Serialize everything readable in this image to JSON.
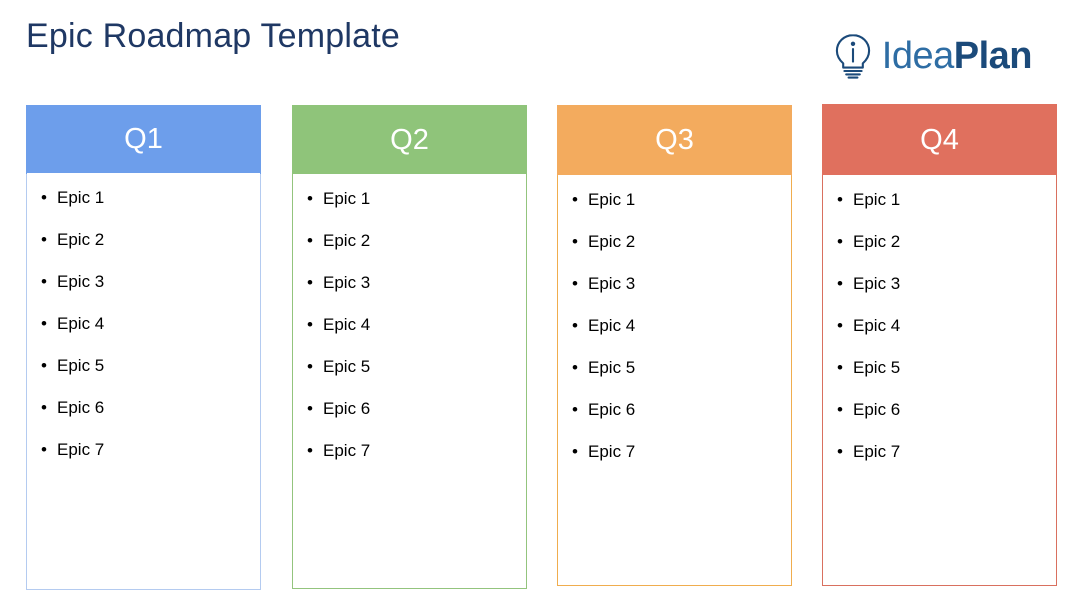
{
  "page": {
    "title": "Epic Roadmap Template",
    "background_color": "#ffffff",
    "title_color": "#1f3864"
  },
  "logo": {
    "icon_name": "lightbulb-idea-icon",
    "text_part1": "Idea",
    "text_part2": "Plan",
    "color_part1": "#2e6da4",
    "color_part2": "#1b4a7a"
  },
  "columns": [
    {
      "id": "q1",
      "header": "Q1",
      "header_color": "#6d9eeb",
      "border_color": "#b4cbf0",
      "bullet": "•",
      "items": [
        "Epic 1",
        "Epic 2",
        "Epic 3",
        "Epic 4",
        "Epic 5",
        "Epic 6",
        "Epic 7"
      ]
    },
    {
      "id": "q2",
      "header": "Q2",
      "header_color": "#8fc47a",
      "border_color": "#93c47d",
      "bullet": "•",
      "items": [
        "Epic 1",
        "Epic 2",
        "Epic 3",
        "Epic 4",
        "Epic 5",
        "Epic 6",
        "Epic 7"
      ]
    },
    {
      "id": "q3",
      "header": "Q3",
      "header_color": "#f3ab5e",
      "border_color": "#f0ad4e",
      "bullet": "•",
      "items": [
        "Epic 1",
        "Epic 2",
        "Epic 3",
        "Epic 4",
        "Epic 5",
        "Epic 6",
        "Epic 7"
      ]
    },
    {
      "id": "q4",
      "header": "Q4",
      "header_color": "#e0705e",
      "border_color": "#d9705f",
      "bullet": "•",
      "items": [
        "Epic 1",
        "Epic 2",
        "Epic 3",
        "Epic 4",
        "Epic 5",
        "Epic 6",
        "Epic 7"
      ]
    }
  ]
}
